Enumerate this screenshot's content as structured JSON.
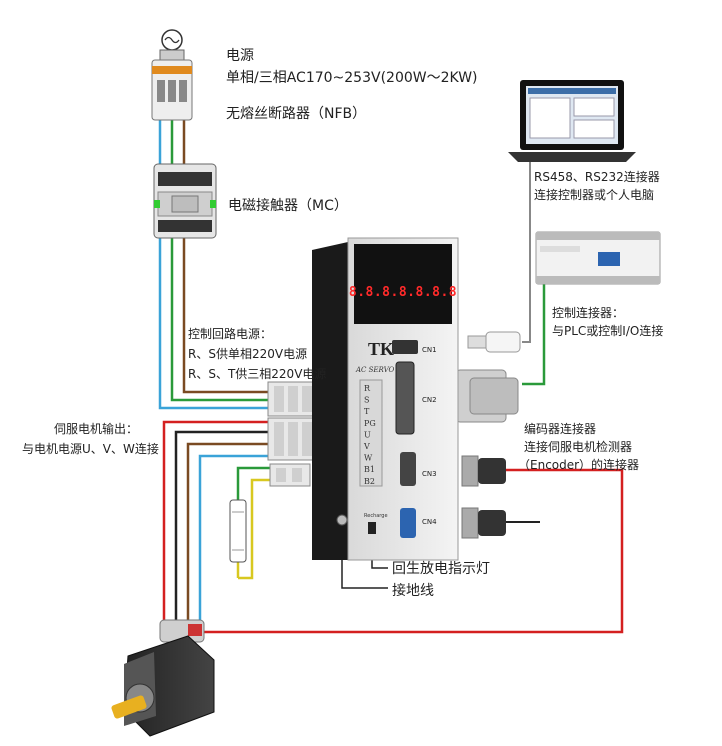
{
  "power": {
    "title": "电源",
    "spec": "单相/三相AC170~253V(200W～2KW)",
    "breaker": "无熔丝断路器（NFB）"
  },
  "contactor": {
    "label": "电磁接触器（MC）"
  },
  "pc": {
    "line1": "RS458、RS232连接器",
    "line2": "连接控制器或个人电脑"
  },
  "plc": {
    "line1": "控制连接器：",
    "line2": "与PLC或控制I/O连接"
  },
  "control_power": {
    "line1": "控制回路电源：",
    "line2": "R、S供单相220V电源",
    "line3": "R、S、T供三相220V电源"
  },
  "motor_output": {
    "line1": "伺服电机输出：",
    "line2": "与电机电源U、V、W连接"
  },
  "encoder": {
    "line1": "编码器连接器",
    "line2": "连接伺服电机检测器",
    "line3": "（Encoder）的连接器"
  },
  "regen": {
    "label": "回生放电指示灯"
  },
  "ground": {
    "label": "接地线"
  },
  "drive": {
    "brand": "TK",
    "series": "AC SERVO",
    "display": "8.8.8.8.8.8.8",
    "ports": [
      "CN1",
      "CN2",
      "CN3",
      "CN4"
    ],
    "terminals": [
      "R",
      "S",
      "T",
      "PG",
      "U",
      "V",
      "W",
      "B1",
      "B2"
    ],
    "recharge": "Recharge"
  },
  "colors": {
    "wire_blue": "#3aa3d8",
    "wire_green": "#2a9a3a",
    "wire_brown": "#7a4a22",
    "wire_red": "#d42020",
    "wire_yellow": "#d8c820",
    "wire_black": "#222222",
    "wire_gray": "#888888",
    "display_red": "#ff2a2a"
  }
}
